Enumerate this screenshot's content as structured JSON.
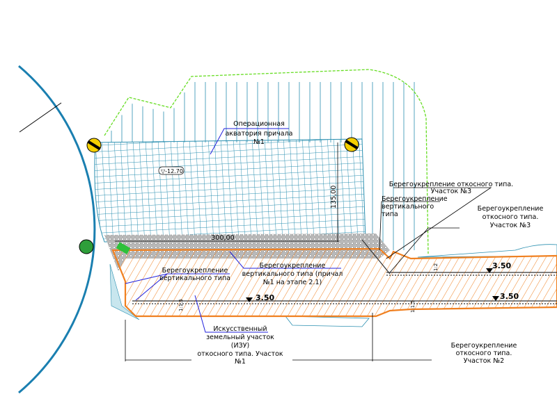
{
  "labels": {
    "aquatory": [
      "Операционная",
      "акватория причала",
      "№1"
    ],
    "depth_mark": "▽-12.70",
    "dim_length": "300,00",
    "dim_width": "135,00",
    "vertical_berth": [
      "Берегоукрепление",
      "вертикального типа (причал",
      "№1 на этапе 2.1)"
    ],
    "vertical_left": [
      "Берегоукрепление",
      "вертикального типа"
    ],
    "vertical_right": [
      "Берегоукрепление",
      "вертикального",
      "типа"
    ],
    "slope3_top": [
      "Берегоукрепление откосного типа.",
      "Участок №3"
    ],
    "slope3_right": [
      "Берегоукрепление",
      "откосного типа.",
      "Участок №3"
    ],
    "izu": [
      "Искусственный",
      "земельный участок",
      "(ИЗУ)",
      "откосного типа. Участок",
      "№1"
    ],
    "slope2": [
      "Берегоукрепление",
      "откосного типа.",
      "Участок №2"
    ],
    "elevations": [
      "3.50",
      "3.50",
      "3.50"
    ],
    "slope_ratios": [
      "1:1.5",
      "1:1.5",
      "1:2"
    ]
  },
  "colors": {
    "water": "#2a8fb0",
    "land": "#f08020",
    "boundary": "#66dd22",
    "leader": "#2020dd",
    "circle": "#1a7fb0"
  }
}
